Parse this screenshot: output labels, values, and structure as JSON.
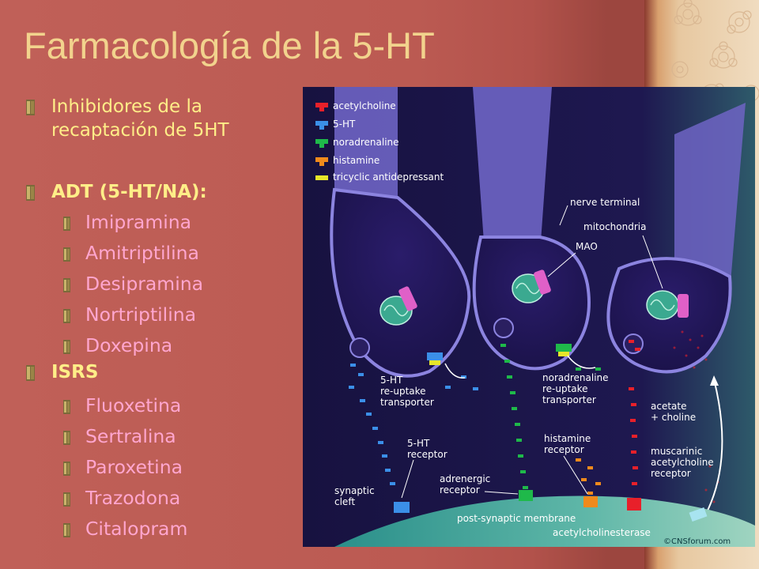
{
  "title": "Farmacología de la 5-HT",
  "outline": {
    "item_1": "Inhibidores de la",
    "item_1_cont": "recaptación de 5HT",
    "item_2": "ADT (5-HT/NA):",
    "adt_drugs": [
      "Imipramina",
      "Amitriptilina",
      "Desipramina",
      "Nortriptilina",
      "Doxepina"
    ],
    "item_3": "ISRS",
    "isrs_drugs": [
      "Fluoxetina",
      "Sertralina",
      "Paroxetina",
      "Trazodona",
      "Citalopram"
    ]
  },
  "figure": {
    "legend": [
      {
        "label": "acetylcholine",
        "color": "#e8202a"
      },
      {
        "label": "5-HT",
        "color": "#3b8fe8"
      },
      {
        "label": "noradrenaline",
        "color": "#1fb94a"
      },
      {
        "label": "histamine",
        "color": "#f08a1c"
      },
      {
        "label": "tricyclic antidepressant",
        "color": "#e6e62a"
      }
    ],
    "labels": {
      "nerve_terminal": "nerve terminal",
      "mitochondria": "mitochondria",
      "mao": "MAO",
      "sert_1": "5-HT",
      "sert_2": "re-uptake",
      "sert_3": "transporter",
      "net_1": "noradrenaline",
      "net_2": "re-uptake",
      "net_3": "transporter",
      "acetate_1": "acetate",
      "acetate_2": "+ choline",
      "receptor_5ht_1": "5-HT",
      "receptor_5ht_2": "receptor",
      "histamine_receptor_1": "histamine",
      "histamine_receptor_2": "receptor",
      "muscarinic_1": "muscarinic",
      "muscarinic_2": "acetylcholine",
      "muscarinic_3": "receptor",
      "adrenergic_1": "adrenergic",
      "adrenergic_2": "receptor",
      "synaptic_1": "synaptic",
      "synaptic_2": "cleft",
      "membrane": "post-synaptic membrane",
      "ache": "acetylcholinesterase",
      "copyright": "©CNSforum.com"
    }
  },
  "colors": {
    "title": "#f2d38d",
    "level1_text": "#ffee88",
    "adt_drug_text": "#ffa6cf",
    "isrs_text": "#8ef0ff",
    "figure_bg": "#1a1446"
  }
}
